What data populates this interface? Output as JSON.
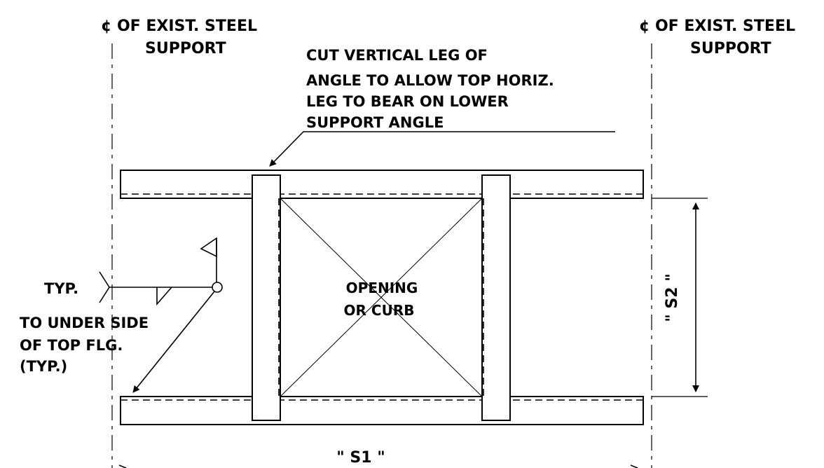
{
  "labels": {
    "left_cl": "¢ OF EXIST. STEEL",
    "left_cl_2": "SUPPORT",
    "right_cl": "¢ OF EXIST. STEEL",
    "right_cl_2": "SUPPORT",
    "note_1": "CUT VERTICAL LEG OF",
    "note_2": "ANGLE TO ALLOW TOP HORIZ.",
    "note_3": "LEG TO BEAR ON LOWER",
    "note_4": "SUPPORT ANGLE",
    "opening_1": "OPENING",
    "opening_2": "OR CURB",
    "typ": "TYP.",
    "weld_1": "TO UNDER SIDE",
    "weld_2": "OF TOP FLG.",
    "weld_3": "(TYP.)",
    "dim_s1": "\" S1 \"",
    "dim_s2": "\" S2 \""
  },
  "colors": {
    "ink": "#000000",
    "background": "#ffffff"
  }
}
